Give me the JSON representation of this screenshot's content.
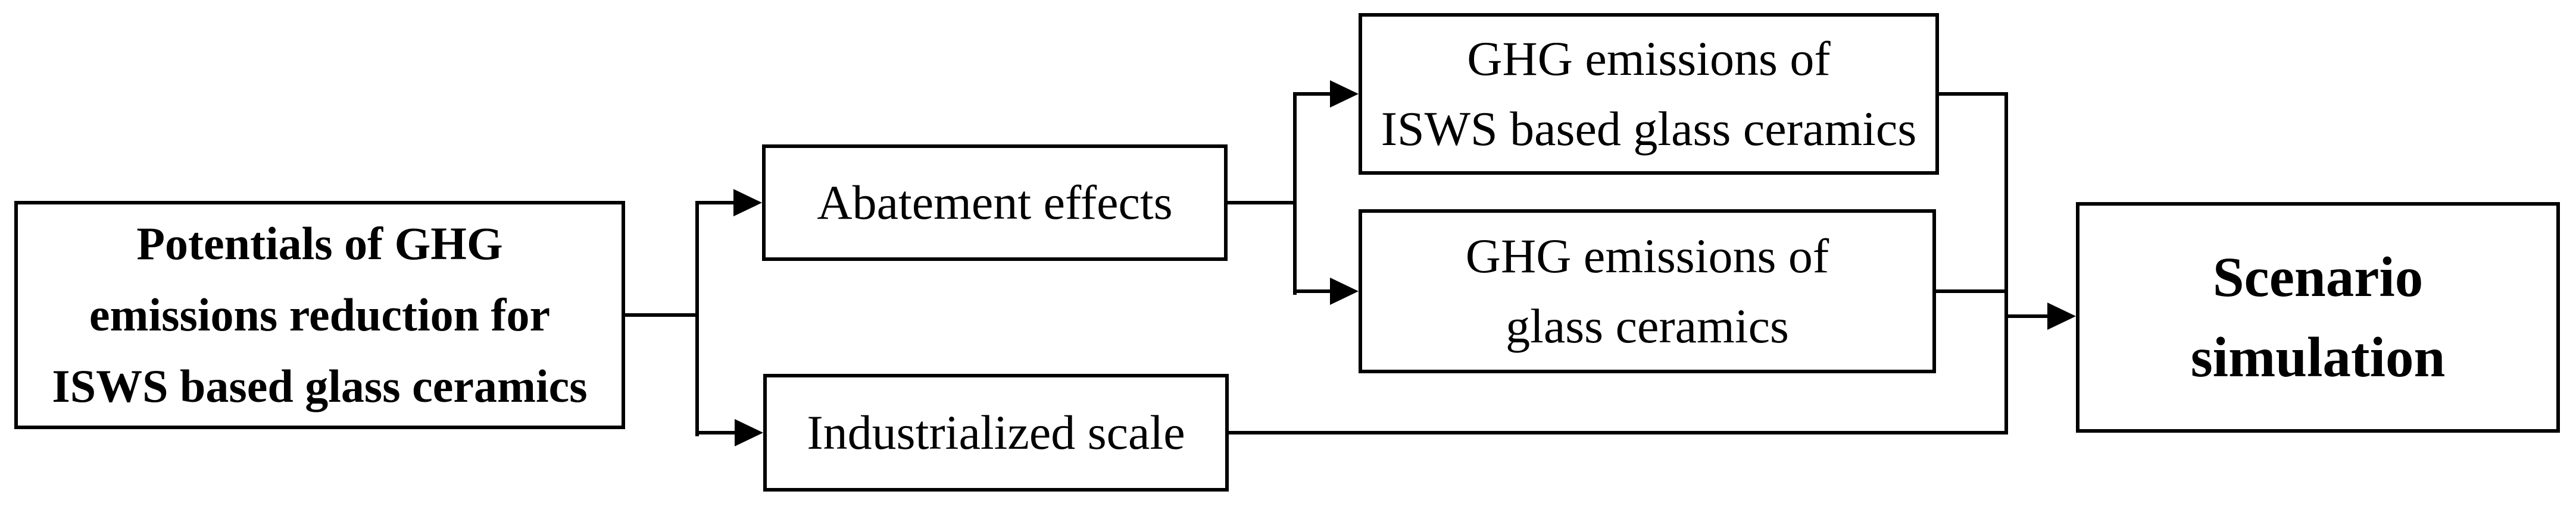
{
  "diagram": {
    "background_color": "#ffffff",
    "line_color": "#000000",
    "text_color": "#000000",
    "nodes": {
      "potentials": {
        "label": "Potentials of GHG\nemissions reduction for\nISWS based glass ceramics",
        "emphasis": "bold"
      },
      "abatement": {
        "label": "Abatement effects",
        "emphasis": "regular"
      },
      "industrialized": {
        "label": "Industrialized scale",
        "emphasis": "regular"
      },
      "ghg_isws": {
        "label": "GHG emissions of\nISWS based glass ceramics",
        "emphasis": "regular"
      },
      "ghg_glass": {
        "label": "GHG emissions of\nglass ceramics",
        "emphasis": "regular"
      },
      "scenario": {
        "label": "Scenario\nsimulation",
        "emphasis": "bold"
      }
    },
    "edges": [
      {
        "from": "potentials",
        "to": "abatement"
      },
      {
        "from": "potentials",
        "to": "industrialized"
      },
      {
        "from": "abatement",
        "to": "ghg_isws"
      },
      {
        "from": "abatement",
        "to": "ghg_glass"
      },
      {
        "from": "ghg_isws",
        "to": "scenario"
      },
      {
        "from": "ghg_glass",
        "to": "scenario"
      },
      {
        "from": "industrialized",
        "to": "scenario"
      }
    ]
  }
}
